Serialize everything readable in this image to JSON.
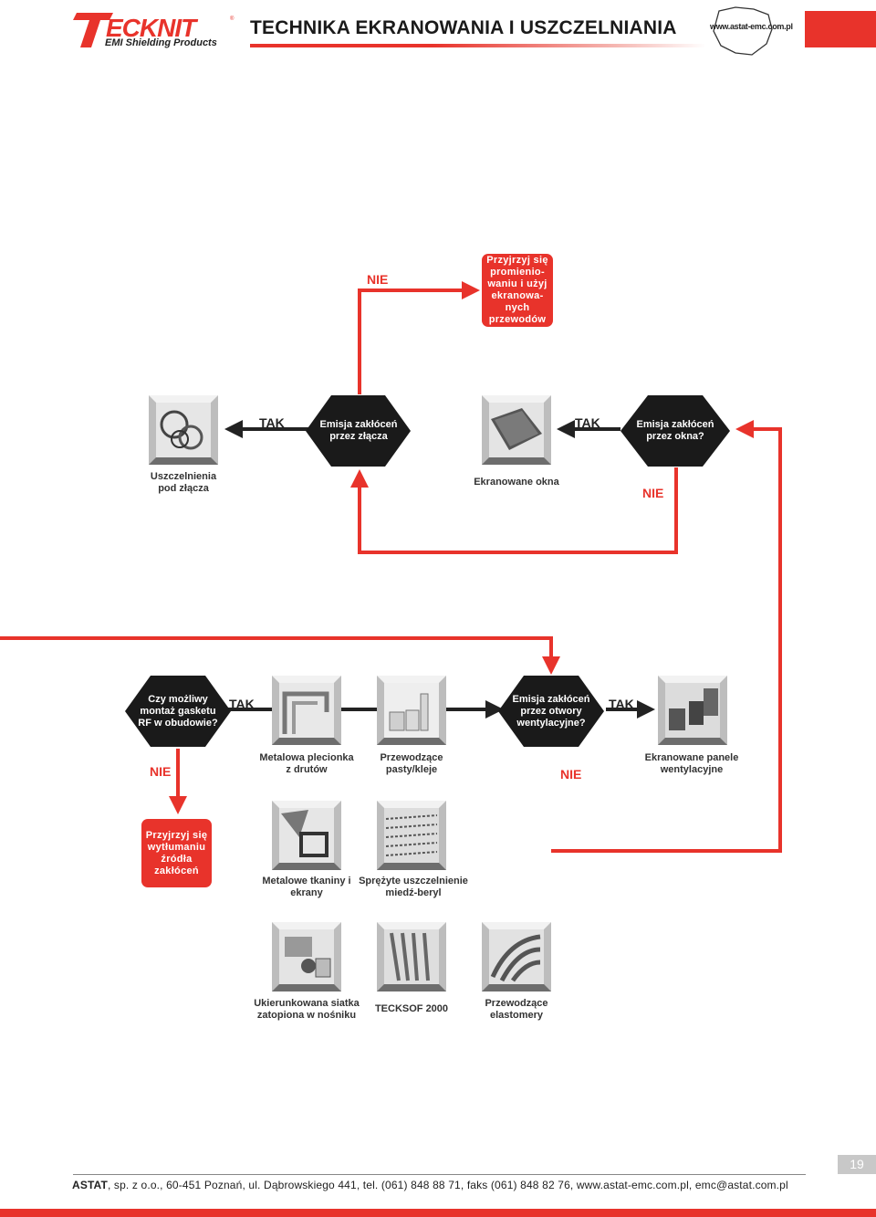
{
  "header": {
    "brand": "TECKNIT",
    "brand_sub": "EMI Shielding Products",
    "title": "TECHNIKA EKRANOWANIA I USZCZELNIANIA",
    "website_badge": "www.astat-emc.com.pl"
  },
  "colors": {
    "accent": "#e8332b",
    "dark": "#1a1a1a",
    "gray": "#c8c8c8"
  },
  "flow": {
    "top_box": "Przyjrzyj się promienio- waniu i użyj ekranowa- nych przewodów",
    "nie_top": "NIE",
    "hex_connectors": "Emisja zakłóceń przez złącza",
    "hex_windows": "Emisja zakłóceń przez okna?",
    "tak_1": "TAK",
    "tak_2": "TAK",
    "nie_windows": "NIE",
    "label_connector_gaskets": "Uszczelnienia pod złącza",
    "label_shielded_windows": "Ekranowane okna",
    "hex_gasket": "Czy możliwy montaż gasketu RF w obudowie?",
    "tak_3": "TAK",
    "hex_vents": "Emisja zakłóceń przez otwory wentylacyjne?",
    "tak_4": "TAK",
    "nie_gasket": "NIE",
    "nie_vents": "NIE",
    "label_wire_mesh": "Metalowa plecionka z drutów",
    "label_pastes": "Przewodzące pasty/kleje",
    "label_vent_panels": "Ekranowane panele wentylacyjne",
    "bottom_box": "Przyjrzyj się wytłumaniu źródła zakłóceń",
    "label_woven": "Metalowe tkaniny i ekrany",
    "label_becu": "Sprężyte uszczelnienie miedź-beryl",
    "label_oriented_mesh": "Ukierunkowana siatka zatopiona w nośniku",
    "label_tecksof": "TECKSOF 2000",
    "label_elastomers": "Przewodzące elastomery"
  },
  "footer": {
    "page_number": "19",
    "company": "ASTAT",
    "address": ", sp. z o.o., 60-451 Poznań, ul. Dąbrowskiego 441, tel. (061) 848 88 71, faks (061) 848 82 76, www.astat-emc.com.pl, emc@astat.com.pl"
  }
}
